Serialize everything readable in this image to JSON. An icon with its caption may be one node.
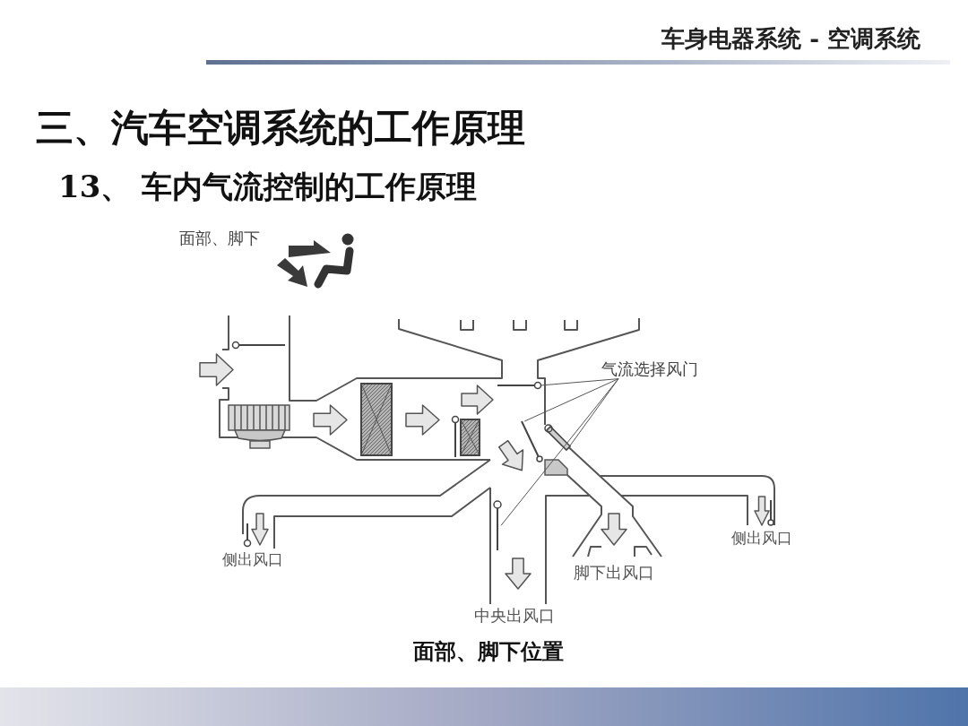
{
  "diagram": {
    "title": "三、汽车空调系统的工作原理",
    "caption": "面部、脚下位置",
    "nodes": [
      {
        "text": [
          "气流选择风门"
        ]
      },
      {
        "text": [],
        "shape": "bar"
      },
      {
        "text": [],
        "shape": "bar"
      },
      {
        "text": [],
        "shape": "bar"
      },
      {
        "text": [],
        "shape": "bar"
      }
    ],
    "edges": [
      {
        "from": 0,
        "to": 1,
        "arrow": "none"
      },
      {
        "from": 0,
        "to": 2,
        "arrow": "none"
      },
      {
        "from": 0,
        "to": 3,
        "arrow": "none"
      },
      {
        "from": 0,
        "to": 4,
        "arrow": "none"
      }
    ],
    "labels": [
      "车身电器系统 - 空调系统",
      "13、 车内气流控制的工作原理",
      "面部、脚下",
      "侧出风口",
      "脚下出风口",
      "侧出风口",
      "中央出风口"
    ]
  }
}
